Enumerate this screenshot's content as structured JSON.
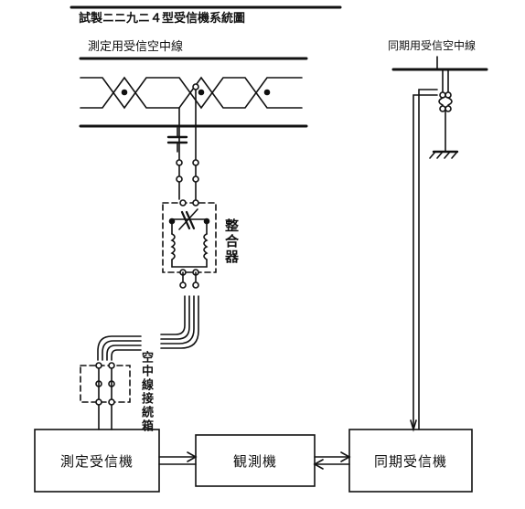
{
  "title": "試製ニニ九ニ４型受信機系統圖",
  "labels": {
    "measure_antenna": "測定用受信空中線",
    "sync_antenna": "同期用受信空中線",
    "matcher": "整合器",
    "lead_in_box": "空中線接続箱"
  },
  "boxes": {
    "measure_receiver": "測定受信機",
    "observer": "観測機",
    "sync_receiver": "同期受信機"
  },
  "colors": {
    "ink": "#111111",
    "paper": "#ffffff"
  }
}
